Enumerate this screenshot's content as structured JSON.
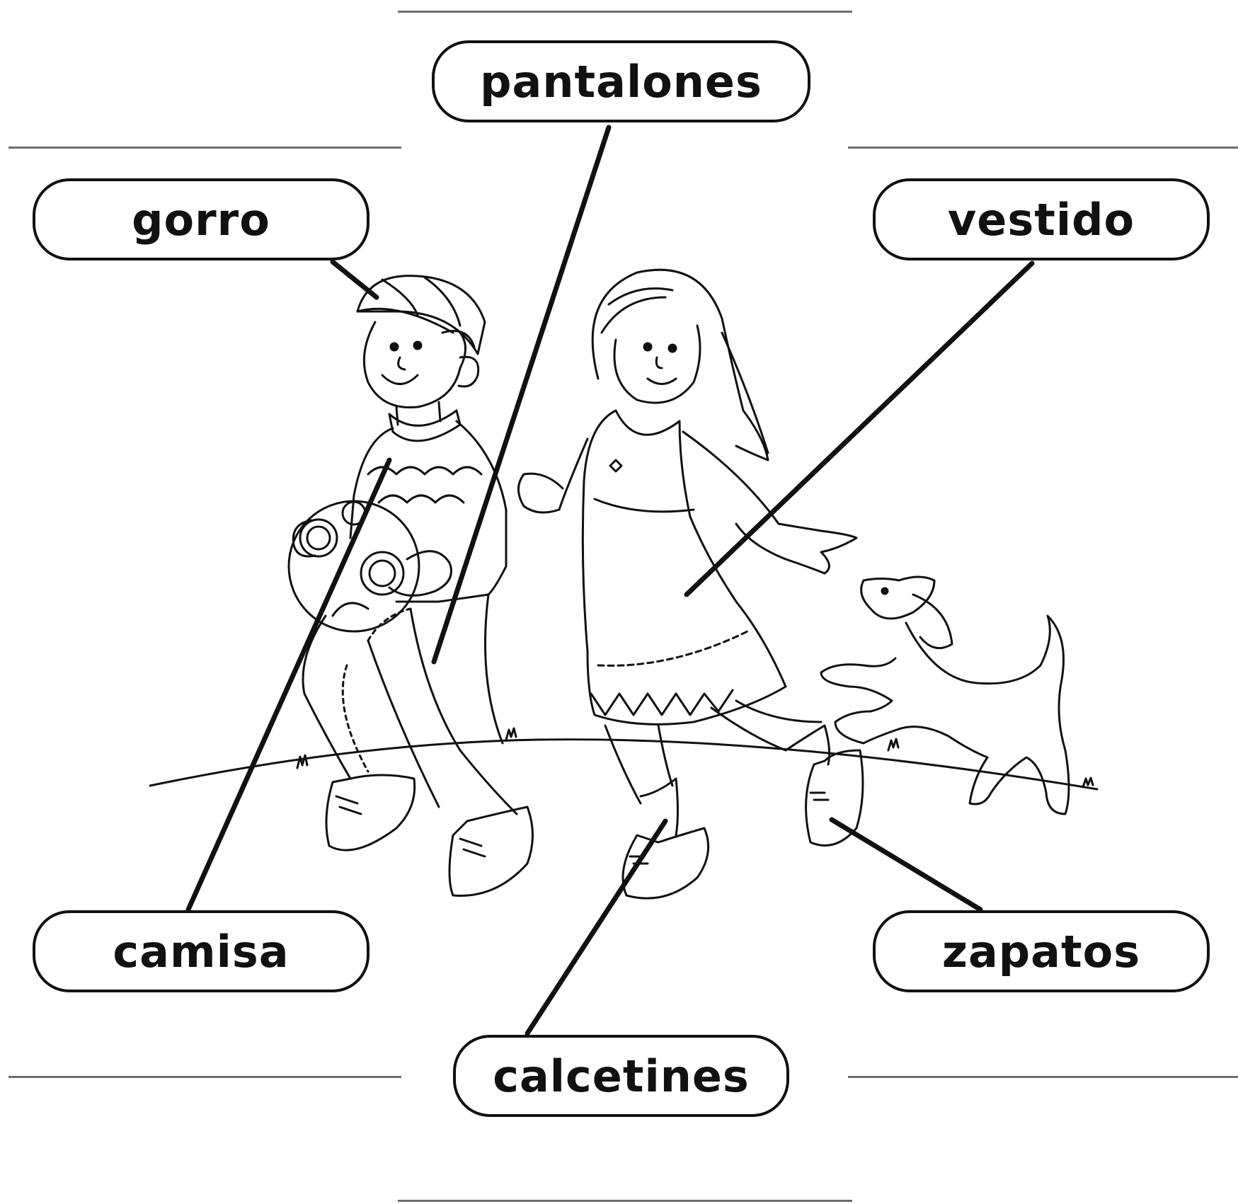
{
  "labels": {
    "pantalones": "pantalones",
    "gorro": "gorro",
    "vestido": "vestido",
    "camisa": "camisa",
    "zapatos": "zapatos",
    "calcetines": "calcetines"
  },
  "colors": {
    "ink": "#111111",
    "rule": "#6e6e6e",
    "background": "#ffffff"
  }
}
